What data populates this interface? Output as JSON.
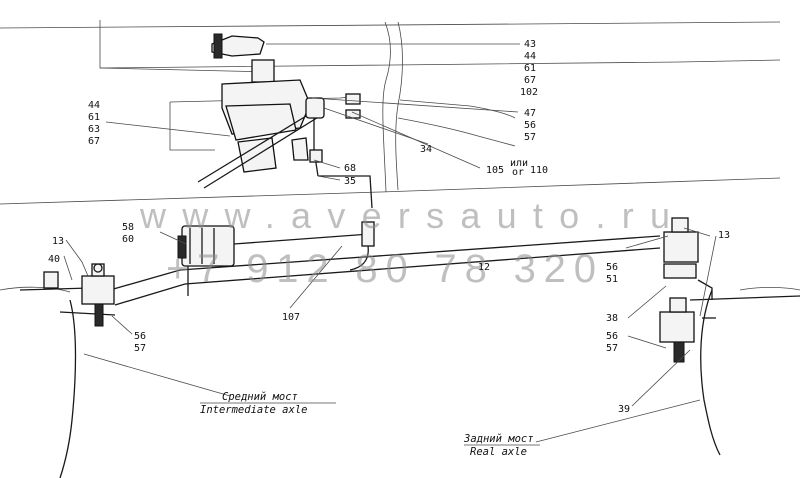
{
  "watermark": {
    "site": "www.aversauto.ru",
    "phone": "+7 912 80 78 320"
  },
  "labels": {
    "l43": "43",
    "l44a": "44",
    "l61a": "61",
    "l67a": "67",
    "l102": "102",
    "l44b": "44",
    "l61b": "61",
    "l63": "63",
    "l67b": "67",
    "l47": "47",
    "l56a": "56",
    "l57a": "57",
    "l34": "34",
    "l105": "105",
    "l_ili": "или",
    "l_or": "or",
    "l110": "110",
    "l68": "68",
    "l35": "35",
    "l58": "58",
    "l60": "60",
    "l13a": "13",
    "l40": "40",
    "l56b": "56",
    "l57b": "57",
    "l107": "107",
    "l12": "12",
    "l13b": "13",
    "l56c": "56",
    "l51": "51",
    "l38": "38",
    "l56d": "56",
    "l57d": "57",
    "l39": "39"
  },
  "captions": {
    "middle_ru": "Средний мост",
    "middle_en": "Intermediate axle",
    "rear_ru": "Задний мост",
    "rear_en": "Real axle"
  }
}
